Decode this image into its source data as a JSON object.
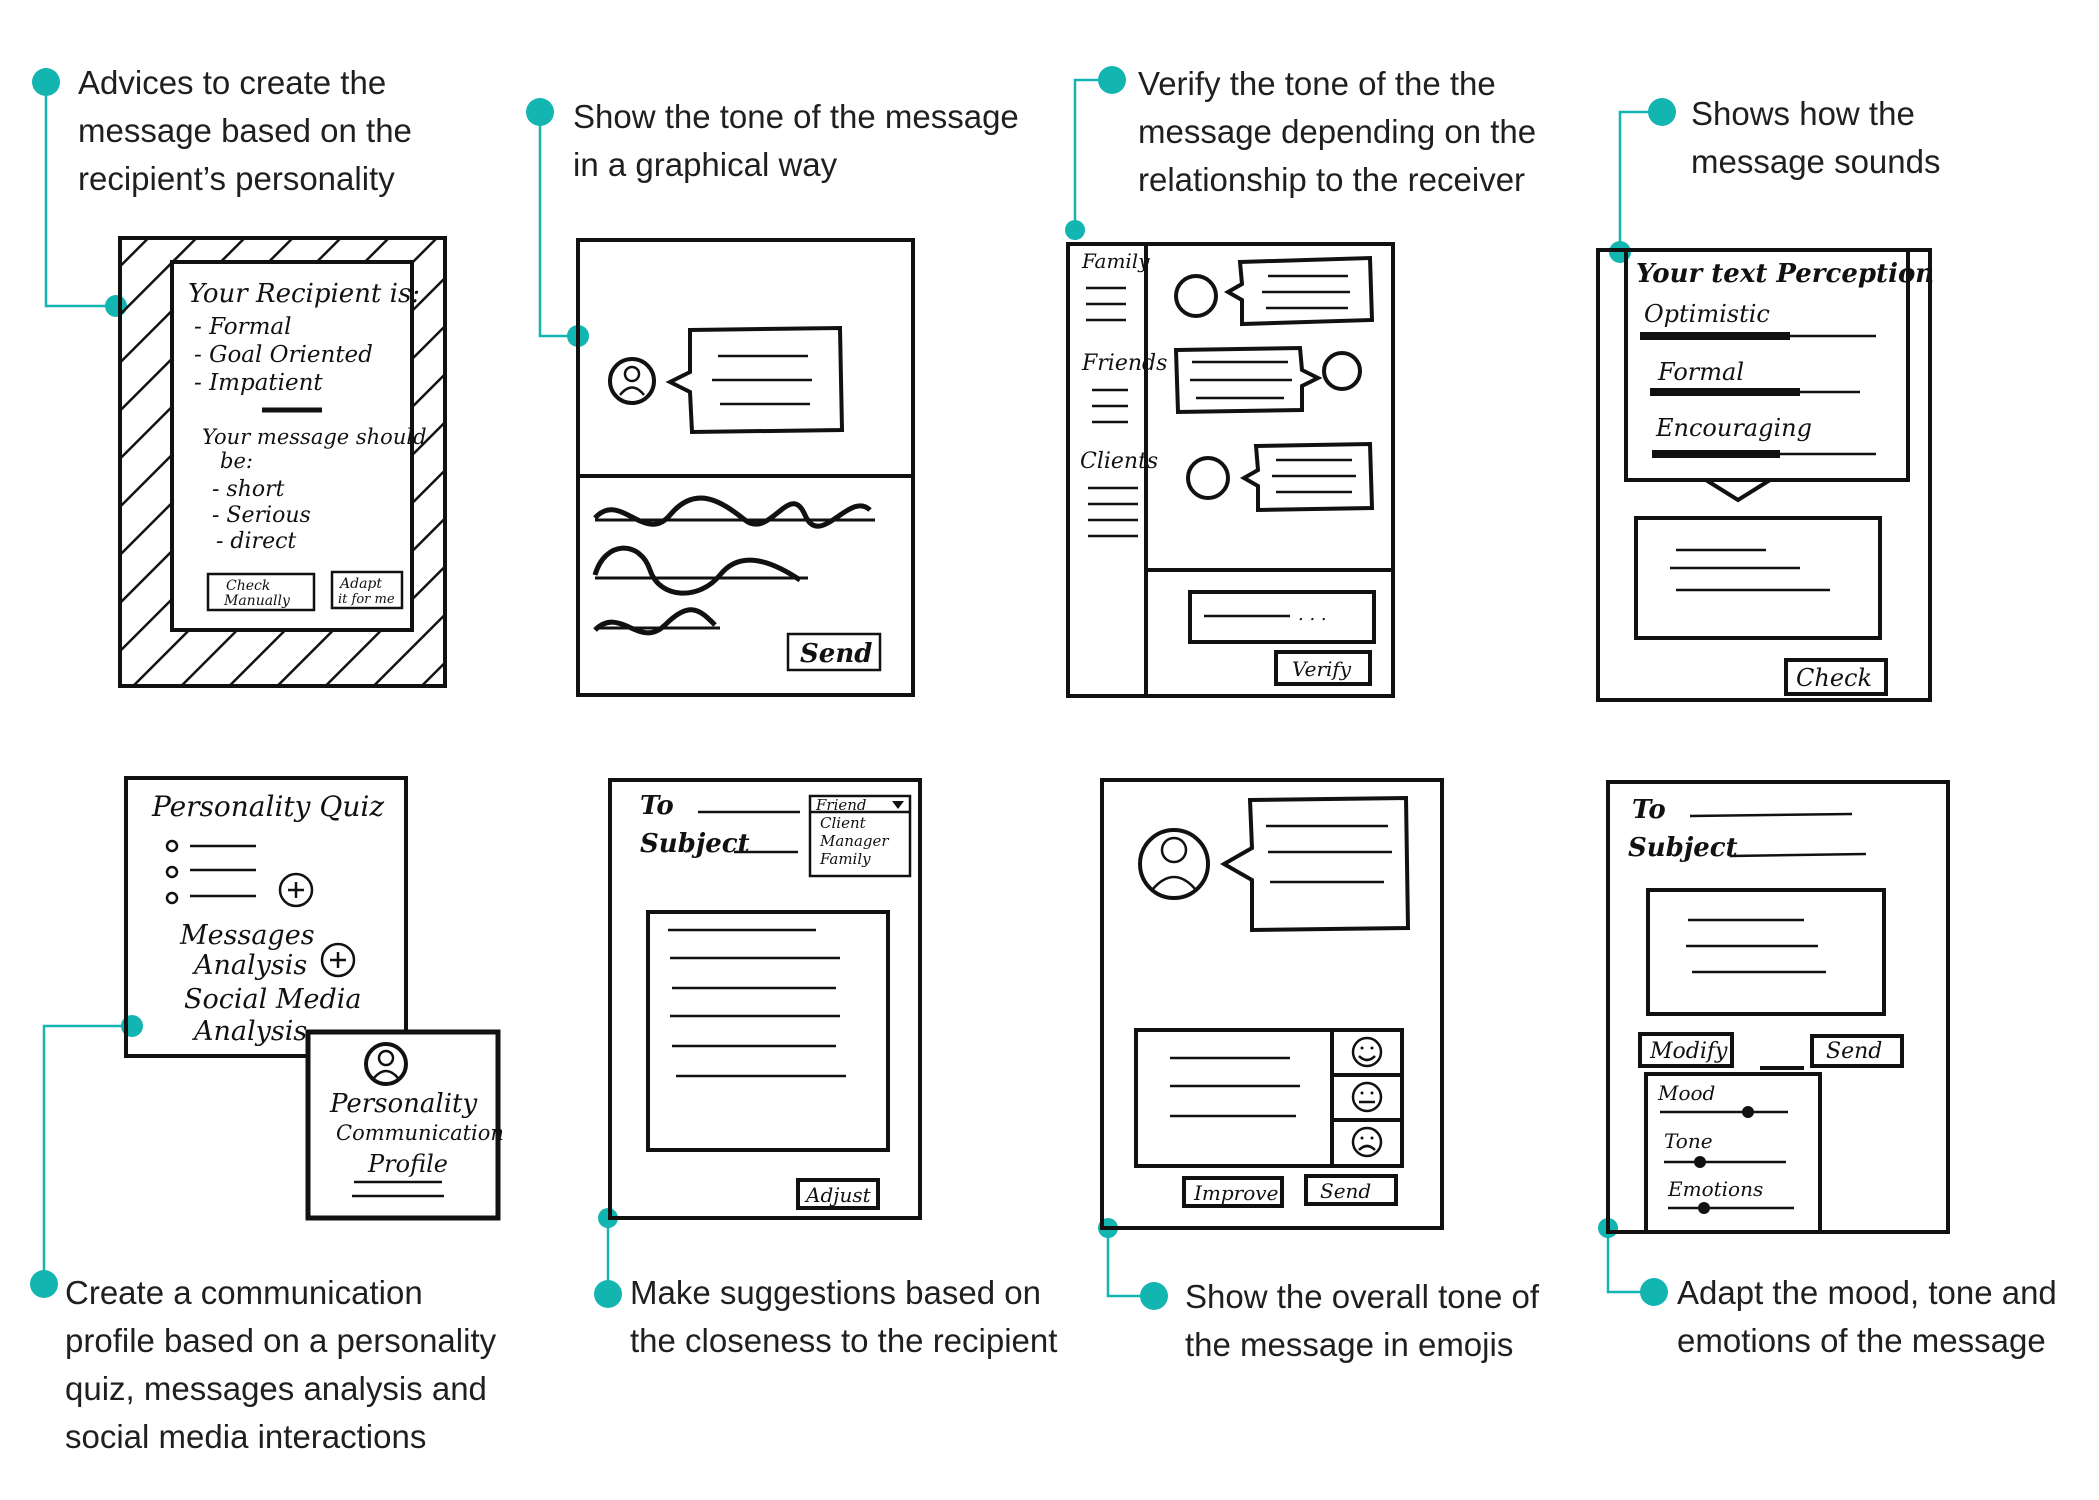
{
  "colors": {
    "accent": "#13b5b1",
    "ink": "#111111"
  },
  "captions": [
    {
      "id": "advices",
      "lines": [
        "Advices to create the",
        "message  based on the",
        "recipient’s personality"
      ]
    },
    {
      "id": "tone-graphical",
      "lines": [
        "Show the tone of the message",
        "in a graphical way"
      ]
    },
    {
      "id": "verify-tone",
      "lines": [
        "Verify the tone of the the",
        "message depending on the",
        "relationship to the receiver"
      ]
    },
    {
      "id": "how-sounds",
      "lines": [
        "Shows how the",
        "message sounds"
      ]
    },
    {
      "id": "profile",
      "lines": [
        "Create a communication",
        "profile based on a personality",
        "quiz, messages analysis and",
        "social media interactions"
      ]
    },
    {
      "id": "suggestions",
      "lines": [
        "Make suggestions based on",
        "the closeness to the recipient"
      ]
    },
    {
      "id": "emojis",
      "lines": [
        "Show the overall tone of",
        "the message in emojis"
      ]
    },
    {
      "id": "adapt",
      "lines": [
        "Adapt the mood, tone and",
        "emotions of the message"
      ]
    }
  ],
  "sketch1": {
    "recipient_title": "Your Recipient is:",
    "recipient_traits": [
      "- Formal",
      "- Goal Oriented",
      "- Impatient"
    ],
    "message_title_1": "Your message should",
    "message_title_2": "be:",
    "message_traits": [
      "- short",
      "- Serious",
      "- direct"
    ],
    "check_btn_1": "Check",
    "check_btn_2": "Manually",
    "adapt_btn_1": "Adapt",
    "adapt_btn_2": "it for me"
  },
  "sketch2": {
    "send": "Send"
  },
  "sketch3": {
    "groups": [
      "Family",
      "Friends",
      "Clients"
    ],
    "input_dots": ". . .",
    "verify": "Verify"
  },
  "sketch4": {
    "title": "Your text Perception",
    "meters": [
      "Optimistic",
      "Formal",
      "Encouraging"
    ],
    "check": "Check"
  },
  "sketch5": {
    "quiz_title": "Personality Quiz",
    "messages_1": "Messages",
    "messages_2": "Analysis",
    "social_1": "Social Media",
    "social_2": "Analysis",
    "profile_1": "Personality",
    "profile_2": "Communication",
    "profile_3": "Profile"
  },
  "sketch6": {
    "to": "To",
    "subject": "Subject",
    "options": [
      "Friend",
      "Client",
      "Manager",
      "Family"
    ],
    "adjust": "Adjust"
  },
  "sketch7": {
    "improve": "Improve",
    "send": "Send"
  },
  "sketch8": {
    "to": "To",
    "subject": "Subject",
    "modify": "Modify",
    "send": "Send",
    "sliders": [
      "Mood",
      "Tone",
      "Emotions"
    ]
  }
}
